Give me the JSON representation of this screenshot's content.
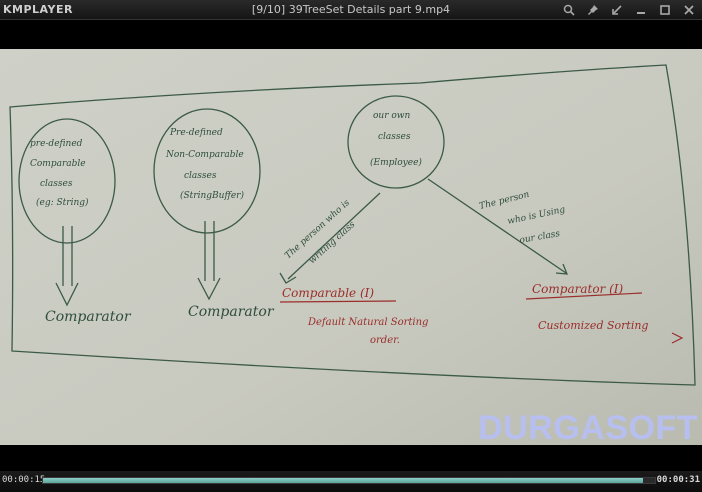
{
  "app": {
    "logo": "KMPLAYER",
    "title": "[9/10] 39TreeSet Details part  9.mp4"
  },
  "titlebar_icons": [
    "search-icon",
    "pin-icon",
    "minimize-to-corner-icon",
    "minimize-icon",
    "maximize-icon",
    "close-icon"
  ],
  "watermark": "DURGASOFT",
  "playback": {
    "current_time": "00:00:15",
    "total_time": "00:00:31",
    "progress": 0.98
  },
  "whiteboard": {
    "circle1": [
      "pre-defined",
      "Comparable",
      "classes",
      "(eg: String)"
    ],
    "circle1_arrow_label": "Comparator",
    "circle2": [
      "Pre-defined",
      "Non-Comparable",
      "classes",
      "(StringBuffer)"
    ],
    "circle2_arrow_label": "Comparator",
    "circle3": [
      "our own",
      "classes",
      "(Employee)"
    ],
    "left_branch_note": [
      "The person who is",
      "writing class"
    ],
    "right_branch_note": [
      "The person",
      "who is Using",
      "our class"
    ],
    "comparable_label": "Comparable (I)",
    "comparable_desc": [
      "Default Natural Sorting",
      "order."
    ],
    "comparator_label": "Comparator (I)",
    "comparator_desc": "Customized Sorting"
  },
  "colors": {
    "ink_green": "#315a43",
    "ink_red": "#9b2d2a",
    "board_bg": "#cfd0c6",
    "seek_fill": "#7cc1b8"
  }
}
